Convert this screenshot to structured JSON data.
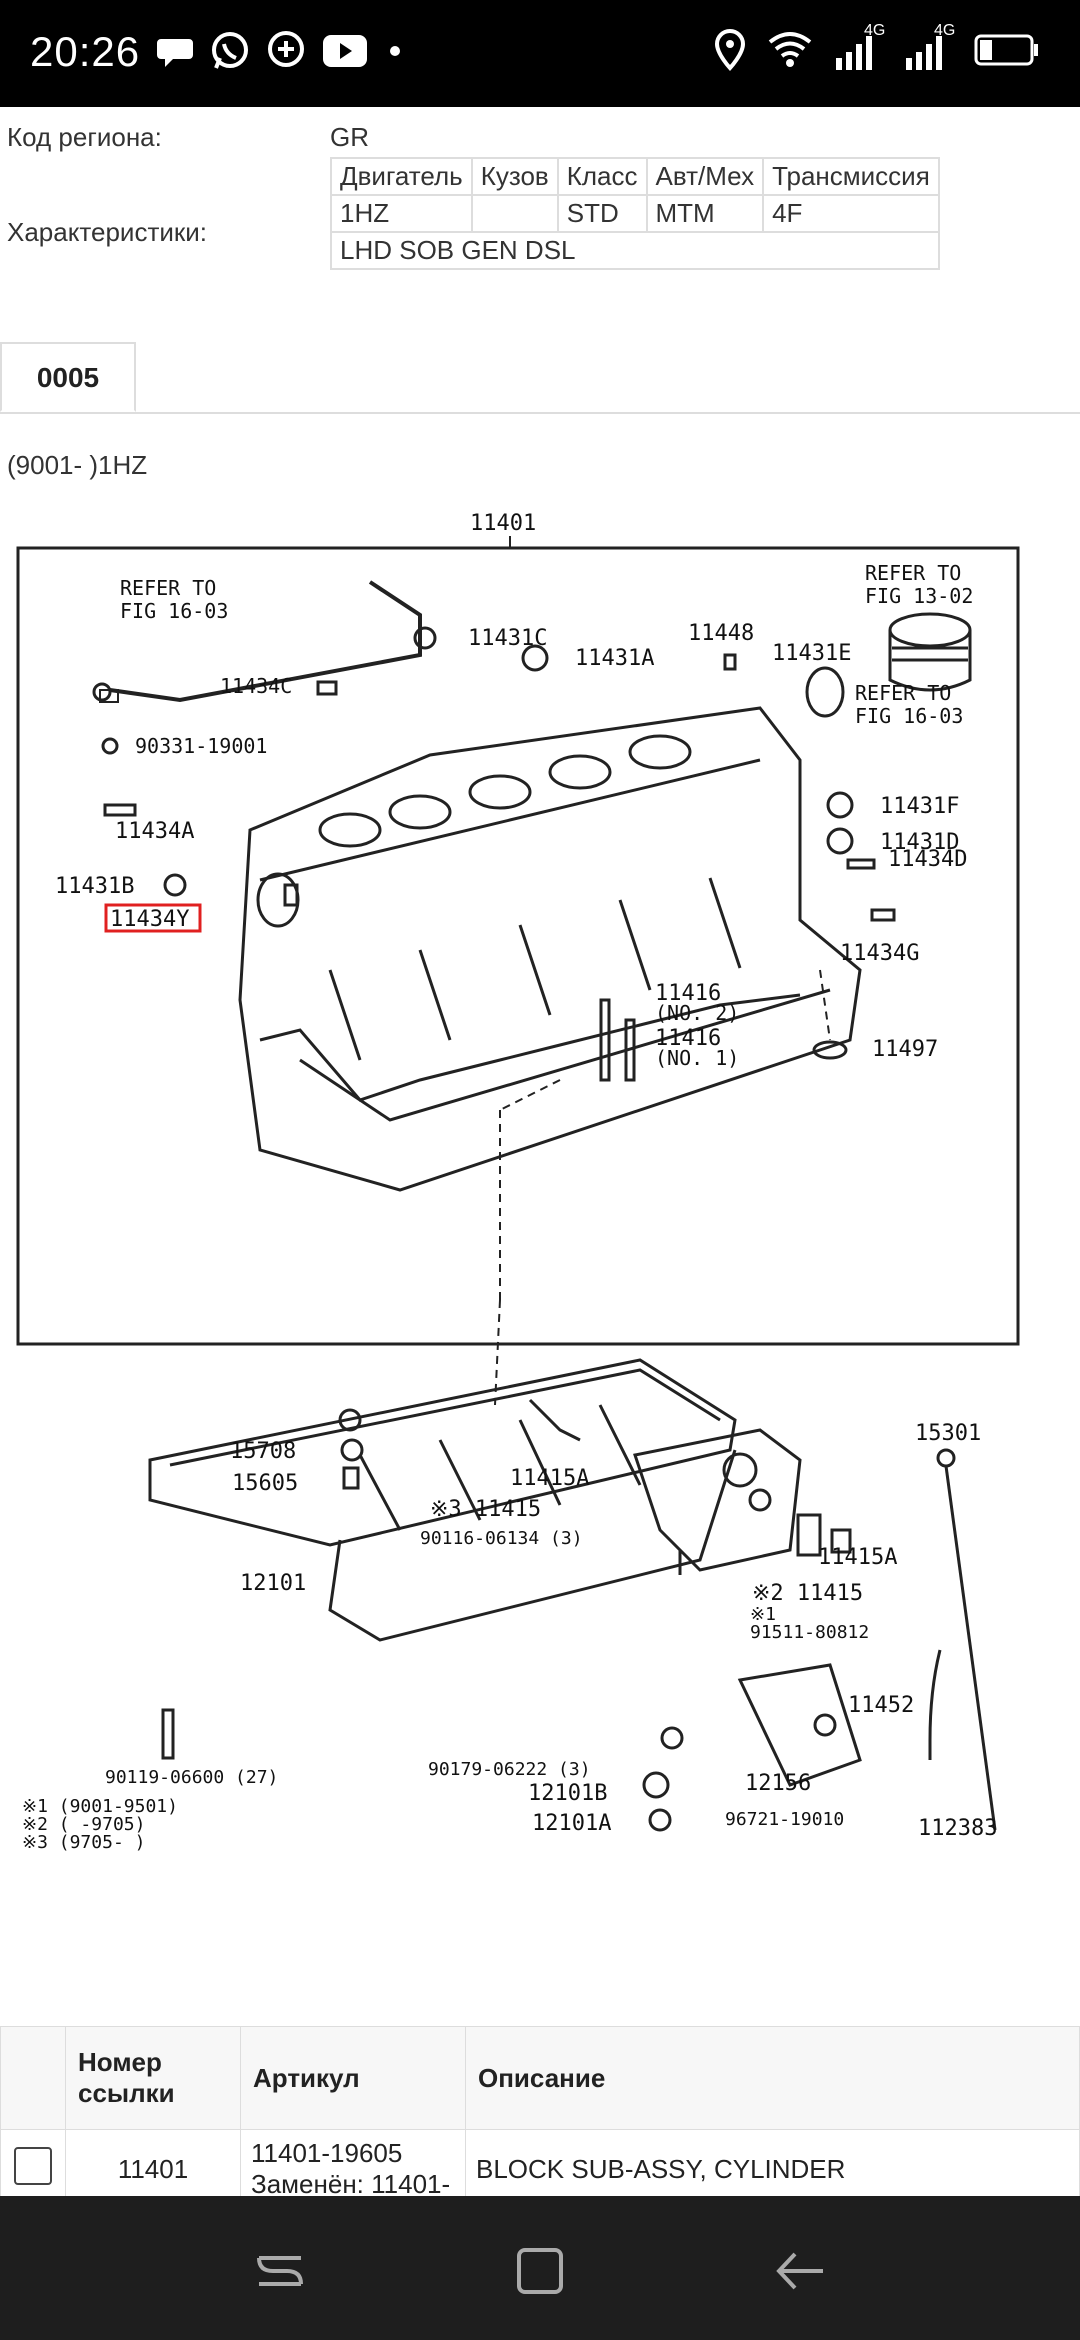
{
  "status_bar": {
    "time": "20:26",
    "left_icons": [
      "chat-bubble-icon",
      "whatsapp-icon",
      "message-plus-icon",
      "youtube-icon",
      "dot-icon"
    ],
    "right_icons": [
      "location-icon",
      "wifi-icon",
      "signal-4g-icon",
      "signal-4g-icon",
      "battery-icon"
    ],
    "network_1": "4G",
    "network_2": "4G"
  },
  "info": {
    "region_label": "Код региона:",
    "region_value": "GR",
    "characteristics_label": "Характеристики:",
    "spec_headers": [
      "Двигатель",
      "Кузов",
      "Класс",
      "Авт/Мех",
      "Трансмиссия"
    ],
    "spec_values": [
      "1HZ",
      "",
      "STD",
      "MTM",
      "4F"
    ],
    "spec_extra": "LHD SOB GEN DSL"
  },
  "tabs": [
    {
      "label": "0005",
      "active": true
    }
  ],
  "model_line": "(9001- )1HZ",
  "diagram": {
    "labels": {
      "l11401": "11401",
      "refer1603a_1": "REFER TO",
      "refer1603a_2": "FIG 16-03",
      "refer1302_1": "REFER TO",
      "refer1302_2": "FIG 13-02",
      "refer1603b_1": "REFER TO",
      "refer1603b_2": "FIG 16-03",
      "l11431C": "11431C",
      "l11448": "11448",
      "l11431A": "11431A",
      "l11431E": "11431E",
      "l11434C": "11434C",
      "l90331": "90331-19001",
      "l11431F": "11431F",
      "l11431D": "11431D",
      "l11434D": "11434D",
      "l11434A": "11434A",
      "l11431B": "11431B",
      "l11434Y": "11434Y",
      "l11434G": "11434G",
      "l11416a": "11416",
      "lNo2": "(NO. 2)",
      "l11416b": "11416",
      "lNo1": "(NO. 1)",
      "l11497": "11497",
      "l15708": "15708",
      "l15605": "15605",
      "l11415A1": "11415A",
      "l311415": "※3 11415",
      "l15301": "15301",
      "l90116": "90116-06134 (3)",
      "l11415A2": "11415A",
      "l211415": "※2 11415",
      "l12101": "12101",
      "lstar1": "※1",
      "l91511": "91511-80812",
      "l11452": "11452",
      "l90119": "90119-06600 (27)",
      "l90179": "90179-06222 (3)",
      "l12101B": "12101B",
      "l12156": "12156",
      "l12101A": "12101A",
      "l96721": "96721-19010",
      "l112383": "112383",
      "note1": "※1 (9001-9501)",
      "note2": "※2 (      -9705)",
      "note3": "※3 (9705-        )"
    },
    "highlight": "11434Y",
    "highlight_color": "#e02020"
  },
  "parts_table": {
    "headers": [
      "",
      "Номер ссылки",
      "Артикул",
      "Описание"
    ],
    "rows": [
      {
        "ref": "11401",
        "article_line1": "11401-19605",
        "article_line2": "Заменён: 11401-",
        "description": "BLOCK SUB-ASSY, CYLINDER"
      }
    ]
  },
  "nav_bar": {
    "buttons": [
      "recent-apps-icon",
      "home-icon",
      "back-icon"
    ]
  }
}
